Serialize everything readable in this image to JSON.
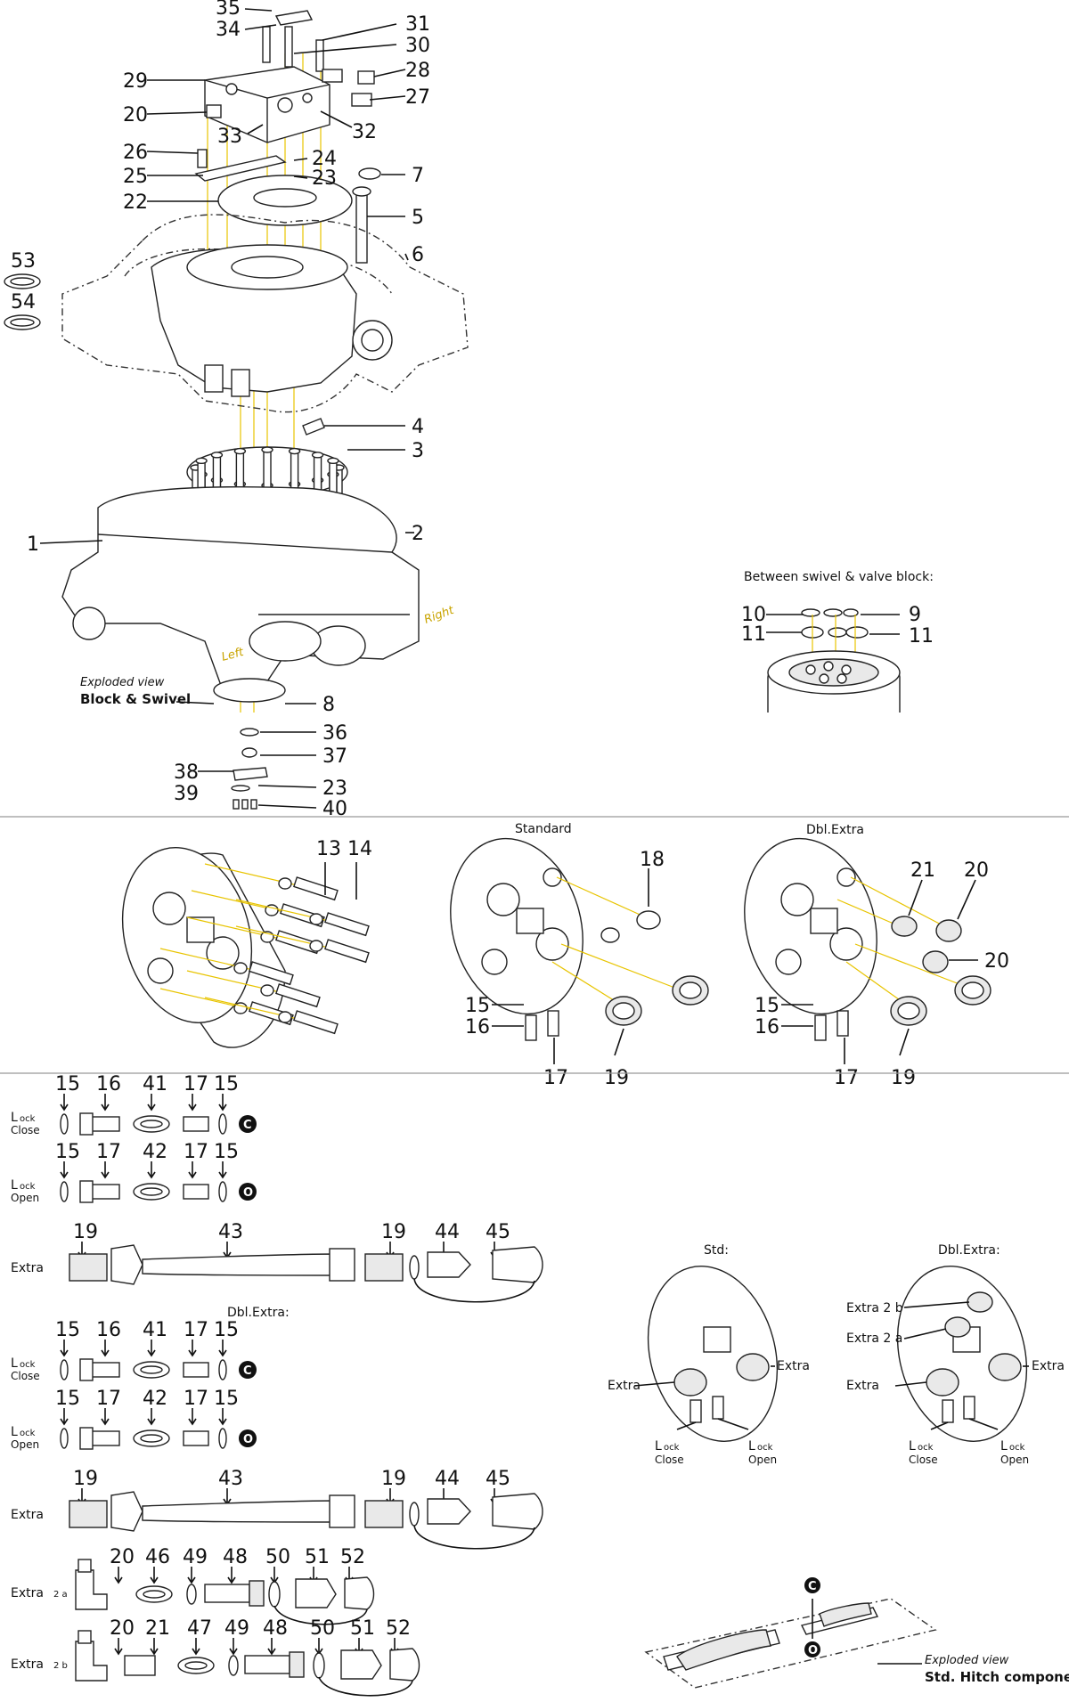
{
  "captions": {
    "exploded_view": "Exploded view",
    "block_swivel": "Block & Swivel",
    "between": "Between swivel & valve block:",
    "standard": "Standard",
    "dbl_extra": "Dbl.Extra",
    "dbl_extra_colon": "Dbl.Extra:",
    "std": "Std:",
    "dbl_extra_right": "Dbl.Extra:",
    "left": "Left",
    "right": "Right",
    "exploded_view_2": "Exploded view",
    "std_hitch": "Std. Hitch components"
  },
  "top_labels": [
    "35",
    "34",
    "31",
    "30",
    "29",
    "28",
    "27",
    "20",
    "33",
    "32",
    "26",
    "24",
    "25",
    "23",
    "7",
    "22",
    "5",
    "6",
    "53",
    "54",
    "4",
    "3",
    "1",
    "2",
    "8",
    "36",
    "37",
    "38",
    "39",
    "23",
    "40"
  ],
  "swivel_labels": [
    "10",
    "9",
    "11",
    "11"
  ],
  "mid_labels": [
    "13",
    "14",
    "18",
    "15",
    "16",
    "17",
    "19",
    "21",
    "20",
    "20",
    "15",
    "16",
    "17",
    "19"
  ],
  "rows": {
    "lock": "L",
    "lock_rest": "ock",
    "close": "Close",
    "open": "Open",
    "extra": "Extra",
    "extra2a": "Extra 2 a",
    "extra2b": "Extra 2 b",
    "badge_c": "C",
    "badge_o": "O"
  },
  "row_labels": {
    "r1": [
      "15",
      "16",
      "41",
      "17",
      "15"
    ],
    "r2": [
      "15",
      "17",
      "42",
      "17",
      "15"
    ],
    "r3": [
      "19",
      "43",
      "19",
      "44",
      "45"
    ],
    "r4": [
      "15",
      "16",
      "41",
      "17",
      "15"
    ],
    "r5": [
      "15",
      "17",
      "42",
      "17",
      "15"
    ],
    "r6": [
      "19",
      "43",
      "19",
      "44",
      "45"
    ],
    "r7": [
      "20",
      "46",
      "49",
      "48",
      "50",
      "51",
      "52"
    ],
    "r8": [
      "20",
      "21",
      "47",
      "49",
      "48",
      "50",
      "51",
      "52"
    ]
  },
  "right_labels": {
    "extra": "Extra",
    "extra2b": "Extra 2 b",
    "extra2a": "Extra 2 a",
    "lock_close": "Close",
    "lock_open": "Open"
  }
}
